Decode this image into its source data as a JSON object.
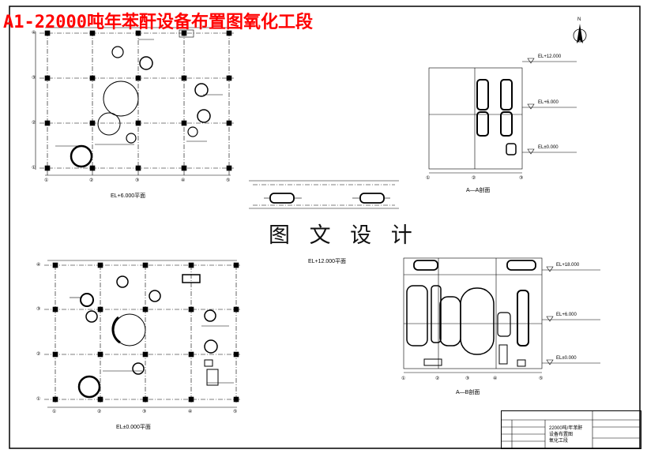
{
  "title": "A1-22000吨年苯酐设备布置图氧化工段",
  "watermark": "图 文 设 计",
  "plans": {
    "upper": {
      "label": "EL+6.000平面",
      "axes_x": [
        "①",
        "②",
        "③",
        "④",
        "⑤"
      ],
      "axes_y": [
        "④",
        "③",
        "②",
        "①"
      ]
    },
    "lower": {
      "label": "EL±0.000平面",
      "axes_x": [
        "①",
        "②",
        "③",
        "④",
        "⑤"
      ],
      "axes_y": [
        "④",
        "③",
        "②",
        "①"
      ]
    },
    "mid": {
      "label": "EL+12.000平面"
    }
  },
  "sections": {
    "aa": {
      "label": "A—A剖面",
      "levels": [
        "EL+12.000",
        "EL+6.000",
        "EL±0.000"
      ],
      "axes": [
        "①",
        "②",
        "③"
      ]
    },
    "bb": {
      "label": "A—B剖面",
      "levels": [
        "EL+18.000",
        "EL+6.000",
        "EL±0.000"
      ],
      "axes": [
        "①",
        "②",
        "③",
        "④",
        "⑤"
      ]
    }
  },
  "north_arrow": "N",
  "title_block": {
    "project": "22000吨/年苯酐",
    "drawing": "设备布置图",
    "section": "氧化工段"
  }
}
